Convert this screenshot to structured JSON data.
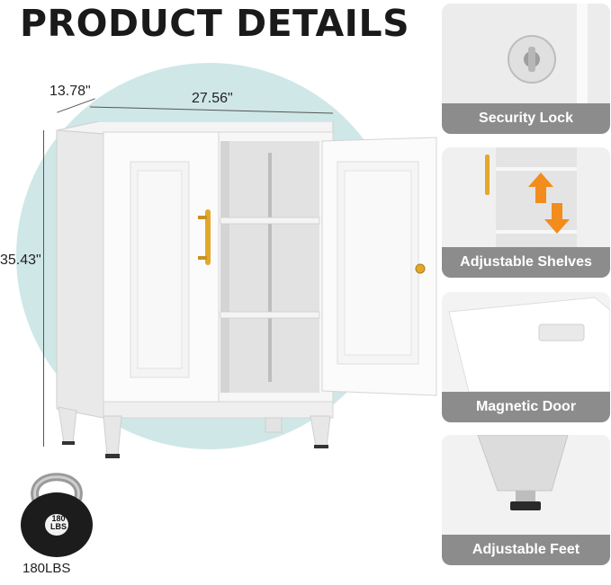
{
  "title": "PRODUCT DETAILS",
  "dimensions": {
    "depth": "13.78\"",
    "width": "27.56\"",
    "height": "35.43\""
  },
  "weight": {
    "badge_line1": "180",
    "badge_line2": "LBS",
    "label": "180LBS"
  },
  "features": [
    {
      "caption": "Security Lock",
      "icon": "lock-icon"
    },
    {
      "caption": "Adjustable Shelves",
      "icon": "shelf-arrows-icon"
    },
    {
      "caption": "Magnetic Door",
      "icon": "magnet-door-icon"
    },
    {
      "caption": "Adjustable Feet",
      "icon": "adjustable-foot-icon"
    }
  ],
  "colors": {
    "accent": "#f28c1c",
    "handle": "#e3a82b",
    "caption_bg": "#8c8c8c",
    "circle_bg": "#cfe7e7"
  }
}
